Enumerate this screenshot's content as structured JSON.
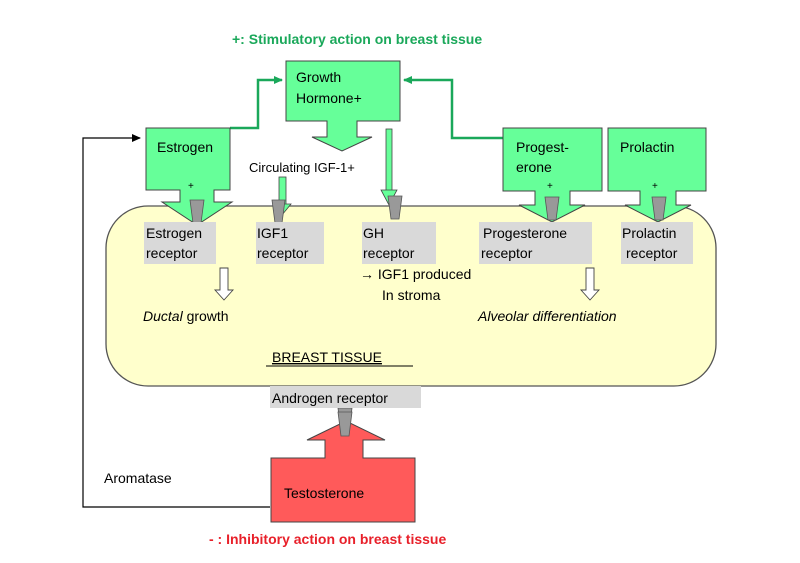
{
  "legend": {
    "stimulatory": "+: Stimulatory action on breast tissue",
    "inhibitory": "- : Inhibitory action on breast tissue"
  },
  "colors": {
    "hormone_box": "#66ff99",
    "inhibitor_box": "#ff5a5a",
    "tissue": "#ffffcc",
    "receptor_highlight": "#d9d9d9",
    "connector_green": "#1aa85a",
    "stimulatory_text": "#1aa85a",
    "inhibitory_text": "#e8202a",
    "receptor_plug": "#999999"
  },
  "hormones": {
    "growth_hormone": {
      "line1": "Growth",
      "line2": "Hormone+"
    },
    "estrogen": {
      "label": "Estrogen",
      "sign": "+"
    },
    "progesterone": {
      "line1": "Progest-",
      "line2": "erone",
      "sign": "+"
    },
    "prolactin": {
      "label": "Prolactin",
      "sign": "+"
    },
    "testosterone": {
      "label": "Testosterone"
    }
  },
  "circulating_igf": "Circulating IGF-1+",
  "tissue": {
    "title": "BREAST TISSUE",
    "receptors": {
      "estrogen": {
        "line1": "Estrogen",
        "line2": "receptor"
      },
      "igf1": {
        "line1": "IGF1",
        "line2": "receptor"
      },
      "gh": {
        "line1": "GH",
        "line2": "receptor"
      },
      "progesterone": {
        "line1": "Progesterone",
        "line2": "receptor"
      },
      "prolactin": {
        "line1": "Prolactin",
        "line2": "receptor"
      },
      "androgen": {
        "label": "Androgen receptor"
      }
    },
    "gh_effect": {
      "line1": "→ IGF1 produced",
      "line2": "In stroma"
    },
    "ductal": {
      "italic": "Ductal",
      "rest": " growth"
    },
    "alveolar": "Alveolar differentiation"
  },
  "aromatase": "Aromatase"
}
